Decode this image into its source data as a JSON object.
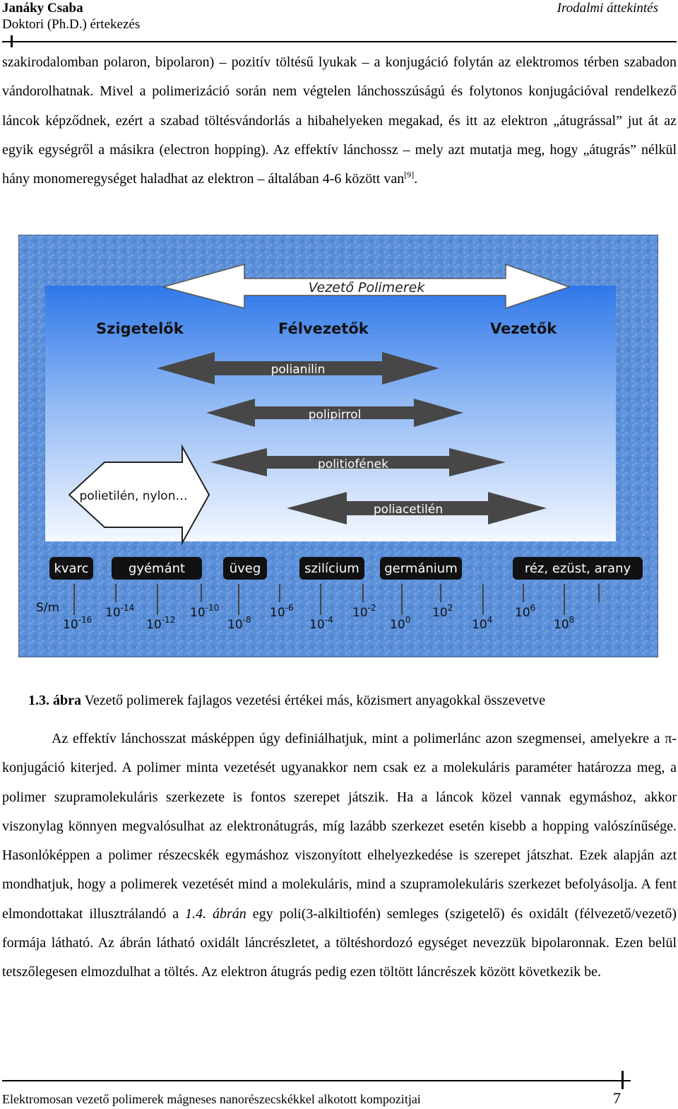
{
  "header": {
    "author": "Janáky Csaba",
    "degree": "Doktori (Ph.D.) értekezés",
    "section": "Irodalmi áttekintés"
  },
  "paragraph_top": {
    "text": "szakirodalomban polaron, bipolaron) – pozitív töltésű lyukak – a konjugáció folytán az elektromos térben szabadon vándorolhatnak. Mivel a polimerizáció során nem végtelen lánchosszúságú és folytonos konjugációval rendelkező láncok képződnek, ezért a szabad töltésvándorlás a hibahelyeken megakad, és itt az elektron „átugrással” jut át az egyik egységről a másikra (electron hopping). Az effektív lánchossz – mely azt mutatja meg, hogy „átugrás” nélkül hány monomeregységet haladhat az elektron – általában 4-6 között van",
    "ref": "[9]",
    "end": "."
  },
  "figure": {
    "top_arrow": "Vezető Polimerek",
    "categories": [
      "Szigetelők",
      "Félvezetők",
      "Vezetők"
    ],
    "polymers": [
      "polianilin",
      "polipirrol",
      "politiofének",
      "polietilén, nylon…",
      "poliacetilén"
    ],
    "materials": [
      "kvarc",
      "gyémánt",
      "üveg",
      "szilícium",
      "germánium",
      "réz, ezüst, arany"
    ],
    "unit": "S/m",
    "exp_upper": [
      "-14",
      "-10",
      "-6",
      "-2",
      "2",
      "6"
    ],
    "exp_lower": [
      "-16",
      "-12",
      "-8",
      "-4",
      "0",
      "4",
      "8"
    ],
    "base": "10",
    "colors": {
      "bg_blue": "#5b8fd8",
      "panel_top": "#3a7fe8",
      "panel_bottom": "#eef4ff",
      "arrow_dark": "#4a4a4a"
    }
  },
  "caption": {
    "number": "1.3. ábra",
    "text": " Vezető polimerek fajlagos vezetési értékei más, közismert anyagokkal összevetve"
  },
  "paragraph_bottom": {
    "p1_before_pi": "Az effektív lánchosszat másképpen úgy definiálhatjuk, mint a polimerlánc azon szegmensei, amelyekre a ",
    "pi": "π",
    "p1_after_pi": "-konjugáció kiterjed. A polimer minta vezetését ugyanakkor nem csak ez a molekuláris paraméter határozza meg, a polimer szupramolekuláris szerkezete is fontos szerepet játszik. Ha a láncok közel vannak egymáshoz, akkor viszonylag könnyen megvalósulhat az elektronátugrás, míg lazább szerkezet esetén kisebb a hopping valószínűsége. Hasonlóképpen a polimer részecskék egymáshoz viszonyított elhelyezkedése is szerepet játszhat. Ezek alapján azt mondhatjuk, hogy a polimerek vezetését mind a molekuláris, mind a szupramolekuláris szerkezet befolyásolja. A fent elmondottakat illusztrálandó a ",
    "fig_ref": "1.4. ábrán",
    "p1_end": " egy poli(3-alkiltiofén) semleges (szigetelő) és oxidált (félvezető/vezető) formája látható. Az ábrán látható oxidált láncrészletet, a töltéshordozó egységet nevezzük bipolaronnak. Ezen belül tetszőlegesen elmozdulhat a töltés. Az elektron átugrás pedig ezen töltött láncrészek között következik be."
  },
  "footer": {
    "title": "Elektromosan vezető polimerek mágneses nanorészecskékkel alkotott kompozitjai",
    "page": "7"
  }
}
